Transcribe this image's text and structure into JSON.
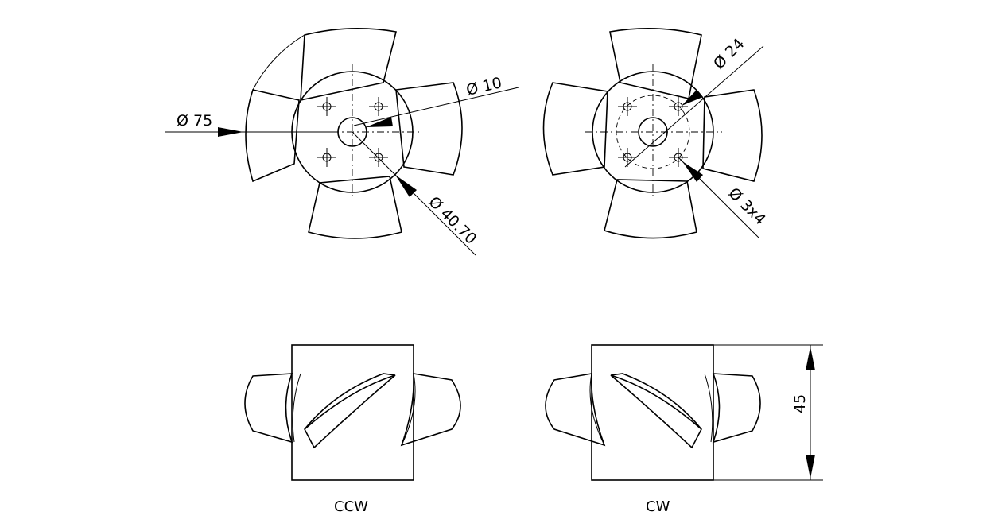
{
  "front_views": {
    "ccw_view": {
      "dim_outer": "Ø 75",
      "dim_hub": "Ø 10",
      "dim_bolt_circle": "Ø 40.70"
    },
    "cw_view": {
      "dim_inner_circle": "Ø 24",
      "dim_holes": "Ø 3x4"
    }
  },
  "side_views": {
    "ccw_label": "CCW",
    "cw_label": "CW",
    "dim_height": "45"
  }
}
